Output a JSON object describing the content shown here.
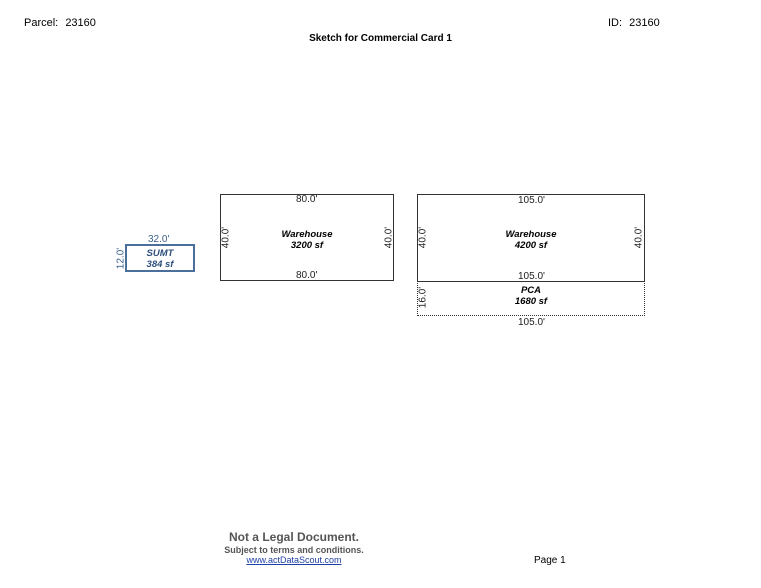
{
  "header": {
    "parcel_label": "Parcel:",
    "parcel_value": "23160",
    "id_label": "ID:",
    "id_value": "23160",
    "title": "Sketch for Commercial Card 1"
  },
  "sketch": {
    "sumt": {
      "name": "SUMT",
      "area": "384 sf",
      "top": "32.0'",
      "left": "12.0'"
    },
    "warehouse1": {
      "name": "Warehouse",
      "area": "3200 sf",
      "top": "80.0'",
      "bottom": "80.0'",
      "left": "40.0'",
      "right": "40.0'"
    },
    "warehouse2": {
      "name": "Warehouse",
      "area": "4200 sf",
      "top": "105.0'",
      "bottom": "105.0'",
      "left": "40.0'",
      "right": "40.0'"
    },
    "pca": {
      "name": "PCA",
      "area": "1680 sf",
      "left": "16.0'",
      "bottom": "105.0'"
    },
    "colors": {
      "outline": "#333333",
      "sumt_outline": "#4a6f9a",
      "sumt_text": "#2d4f7c"
    }
  },
  "footer": {
    "main": "Not a Legal Document.",
    "sub": "Subject to terms and conditions.",
    "link": "www.actDataScout.com",
    "page": "Page 1"
  }
}
